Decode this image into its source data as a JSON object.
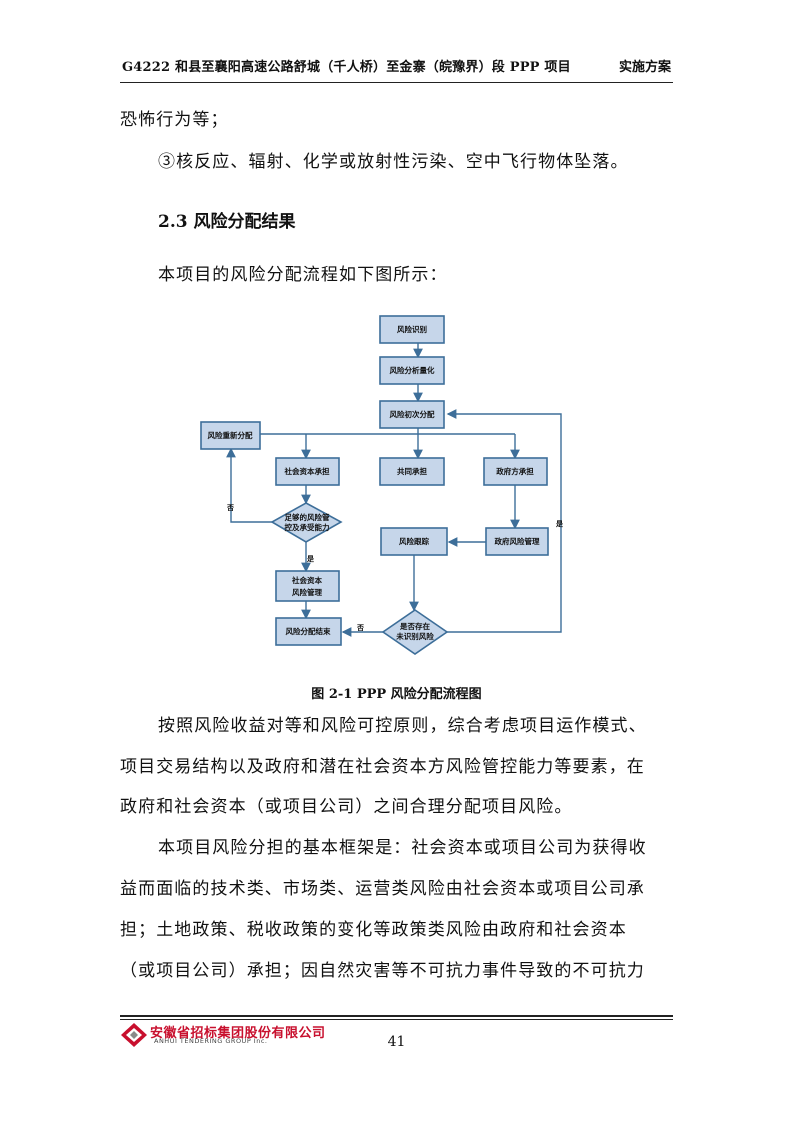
{
  "header": {
    "title": "G4222 和县至襄阳高速公路舒城（千人桥）至金寨（皖豫界）段 PPP 项目",
    "right": "实施方案"
  },
  "body": {
    "p1": "恐怖行为等；",
    "p2": "③核反应、辐射、化学或放射性污染、空中飞行物体坠落。",
    "section": "2.3 风险分配结果",
    "p3": "本项目的风险分配流程如下图所示：",
    "caption": "图 2-1 PPP 风险分配流程图",
    "para1": [
      "按照风险收益对等和风险可控原则，综合考虑项目运作模式、",
      "项目交易结构以及政府和潜在社会资本方风险管控能力等要素，在",
      "政府和社会资本（或项目公司）之间合理分配项目风险。"
    ],
    "para2": [
      "本项目风险分担的基本框架是：社会资本或项目公司为获得收",
      "益而面临的技术类、市场类、运营类风险由社会资本或项目公司承",
      "担；土地政策、税收政策的变化等政策类风险由政府和社会资本",
      "（或项目公司）承担；因自然灾害等不可抗力事件导致的不可抗力"
    ]
  },
  "flowchart": {
    "nodes": {
      "identify": "风险识别",
      "quantify": "风险分析量化",
      "initial": "风险初次分配",
      "reallocate": "风险重新分配",
      "social": "社会资本承担",
      "shared": "共同承担",
      "gov": "政府方承担",
      "capacity_1": "足够的风险管",
      "capacity_2": "控及承受能力",
      "social_mgmt_1": "社会资本",
      "social_mgmt_2": "风险管理",
      "tracking": "风险跟踪",
      "gov_mgmt": "政府风险管理",
      "unknown_1": "是否存在",
      "unknown_2": "未识别风险",
      "end": "风险分配结束"
    },
    "labels": {
      "no": "否",
      "yes": "是"
    }
  },
  "footer": {
    "logo_cn": "安徽省招标集团股份有限公司",
    "logo_en": "ANHUI TENDERING GROUP Inc.",
    "page": "41"
  }
}
